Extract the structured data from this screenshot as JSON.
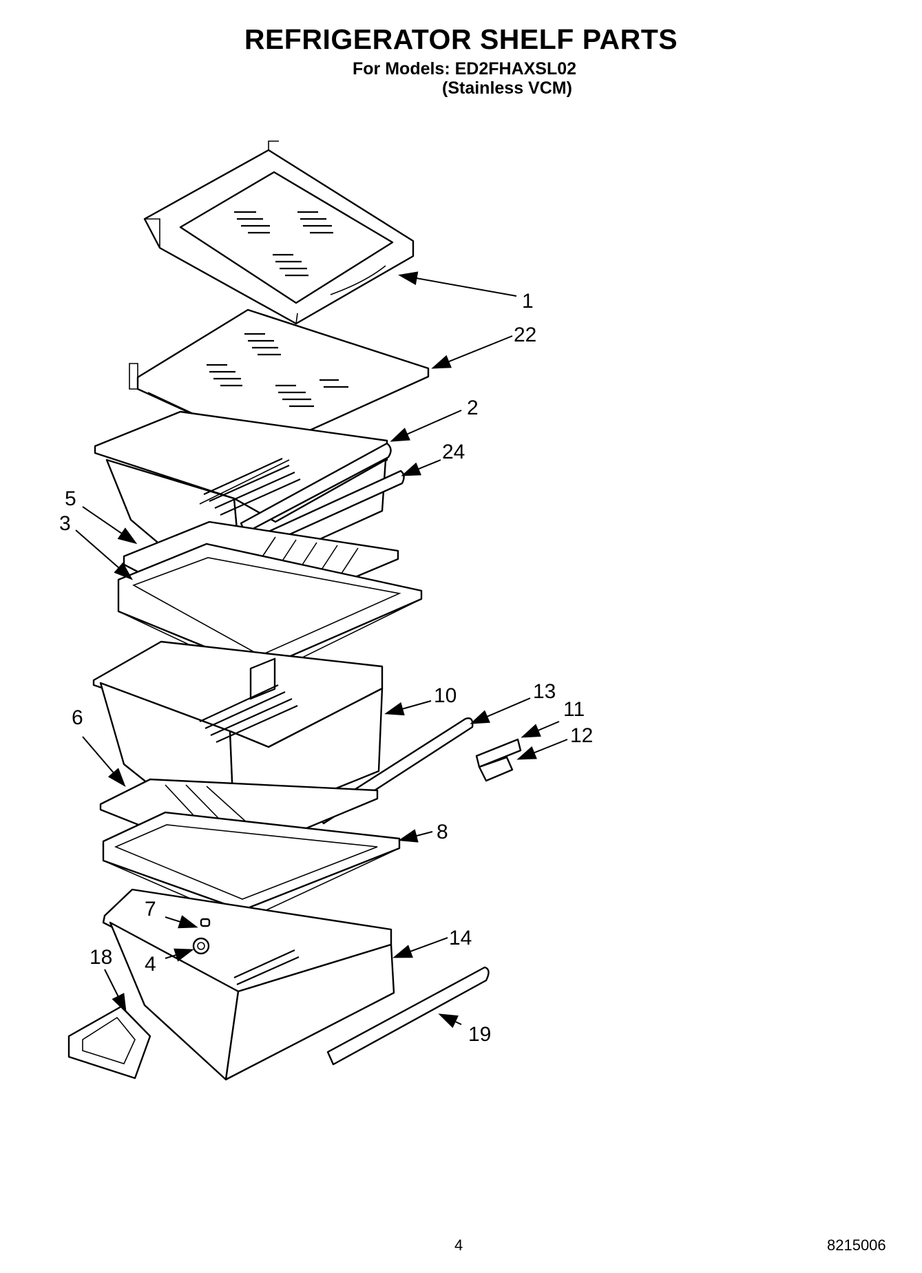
{
  "title": "REFRIGERATOR SHELF PARTS",
  "models_line": "For Models: ED2FHAXSL02",
  "variant_line": "(Stainless VCM)",
  "page_number": "4",
  "doc_code": "8215006",
  "callouts": {
    "c1": "1",
    "c22": "22",
    "c2": "2",
    "c24": "24",
    "c5": "5",
    "c3": "3",
    "c10": "10",
    "c13": "13",
    "c11": "11",
    "c12": "12",
    "c6": "6",
    "c8": "8",
    "c7": "7",
    "c4": "4",
    "c18": "18",
    "c14": "14",
    "c19": "19"
  }
}
